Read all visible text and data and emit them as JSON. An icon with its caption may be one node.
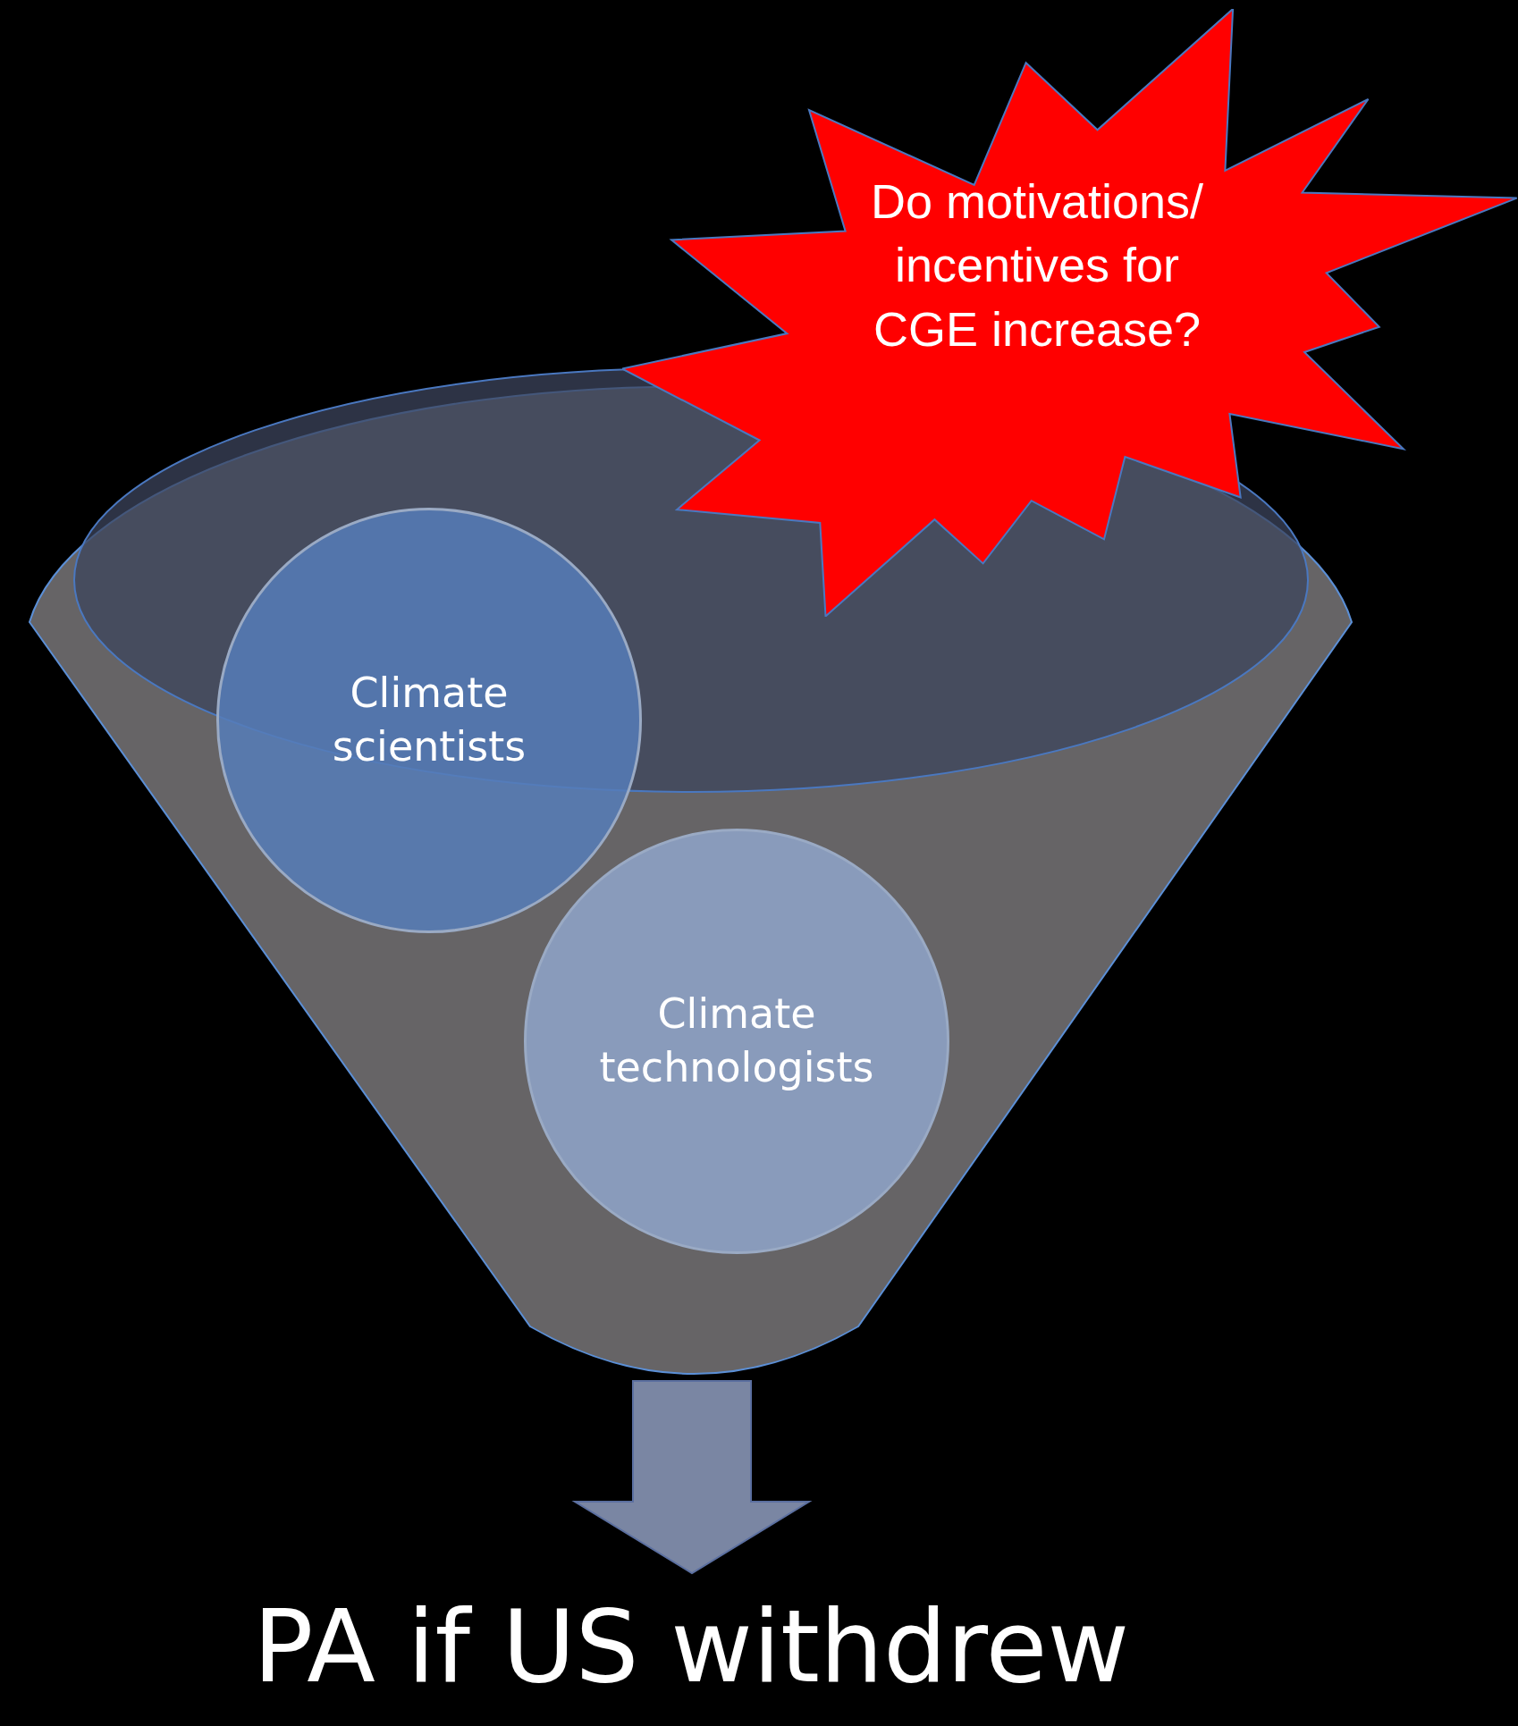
{
  "diagram": {
    "nodes": [
      {
        "text": [],
        "shape": "funnel"
      },
      {
        "text": [
          "Climate scientists"
        ],
        "in": 0
      },
      {
        "text": [
          "Climate technologists"
        ],
        "in": 0
      },
      {
        "text": [
          "Do motivations/ incentives for CGE increase?"
        ]
      },
      {
        "text": [
          "PA if US withdrew"
        ]
      }
    ],
    "edges": [
      {
        "from": 0,
        "to": 4,
        "arrow": "to"
      }
    ]
  }
}
